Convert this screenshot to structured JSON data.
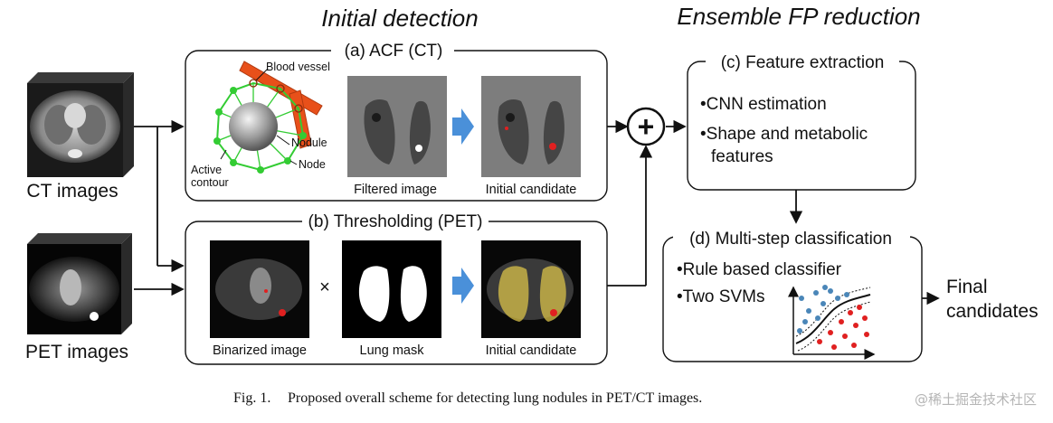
{
  "headings": {
    "initial_detection": "Initial detection",
    "ensemble_fp": "Ensemble FP reduction"
  },
  "inputs": {
    "ct_label": "CT images",
    "pet_label": "PET images"
  },
  "acf": {
    "title": "(a) ACF (CT)",
    "blood_vessel": "Blood vessel",
    "nodule": "Nodule",
    "node": "Node",
    "active_contour_line1": "Active",
    "active_contour_line2": "contour",
    "filtered_caption": "Filtered image",
    "candidate_caption": "Initial candidate"
  },
  "thresholding": {
    "title": "(b) Thresholding (PET)",
    "binarized_caption": "Binarized image",
    "times_symbol": "×",
    "lung_mask_caption": "Lung mask",
    "candidate_caption": "Initial candidate"
  },
  "feature": {
    "title": "(c) Feature extraction",
    "bullet1": "•CNN estimation",
    "bullet2_line1": "•Shape and metabolic",
    "bullet2_line2": "features"
  },
  "classification": {
    "title": "(d) Multi-step classification",
    "bullet1": "•Rule based classifier",
    "bullet2": "•Two SVMs"
  },
  "output": {
    "line1": "Final",
    "line2": "candidates"
  },
  "plus_symbol": "+",
  "caption": {
    "fig": "Fig. 1.",
    "text": "Proposed overall scheme for detecting lung nodules in PET/CT images."
  },
  "watermark": "@稀土掘金技术社区",
  "colors": {
    "arrow_blue": "#4a90d9",
    "vessel_orange": "#e8501a",
    "node_green": "#33cc33",
    "red_point": "#e02020",
    "blue_point": "#4a86b8",
    "mask_yellow": "#d9c24a"
  }
}
